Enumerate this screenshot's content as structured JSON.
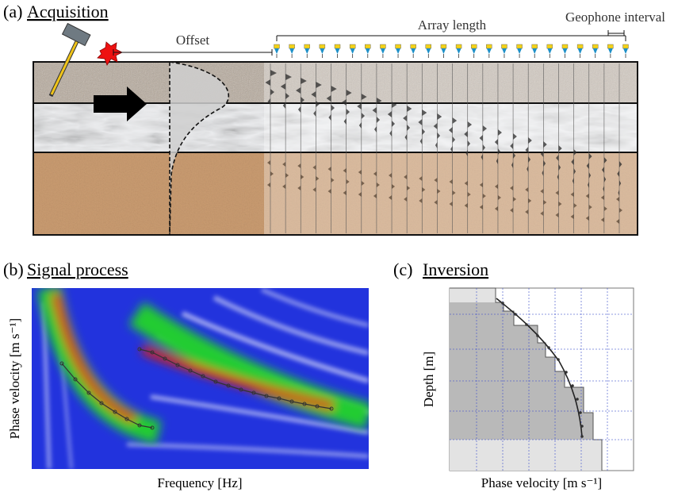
{
  "panels": {
    "acquisition": {
      "letter": "(a)",
      "title": "Acquisition",
      "offset_label": "Offset",
      "array_label": "Array length",
      "interval_label": "Geophone interval",
      "geophone_count": 24,
      "layer_colors": [
        "#b8ab9d",
        "#ecedef",
        "#c99a6e"
      ]
    },
    "signal_process": {
      "letter": "(b)",
      "title": "Signal process",
      "xlabel": "Frequency [Hz]",
      "ylabel": "Phase velocity [m s⁻¹]"
    },
    "inversion": {
      "letter": "(c)",
      "title": "Inversion",
      "xlabel": "Phase velocity [m s⁻¹]",
      "ylabel": "Depth [m]"
    }
  },
  "colors": {
    "spectrum_blue": "#2233dd",
    "spectrum_green": "#22cc33",
    "spectrum_red": "#dd2211",
    "grid_line": "#4455cc",
    "profile_fill": "#b9b9b9",
    "geophone_yellow": "#f2d21a",
    "geophone_blue": "#1e90c8"
  }
}
